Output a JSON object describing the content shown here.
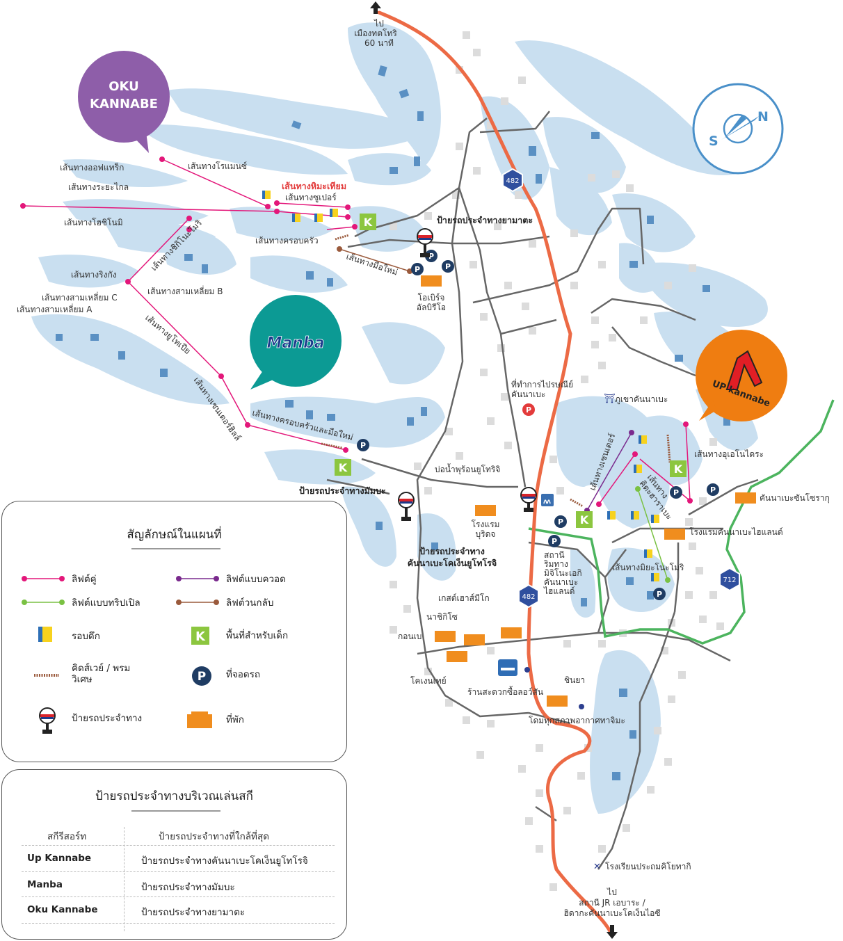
{
  "resorts": {
    "oku_kannabe": "OKU\nKANNABE",
    "manba": "Manba",
    "up_kannabe": "UP kannabe"
  },
  "compass": {
    "s": "S",
    "n": "N"
  },
  "roads": {
    "r482_top": "482",
    "r482_bottom": "482",
    "r712": "712"
  },
  "labels": {
    "to_top": "ไป\nเมืองทตโทริ\n60 นาที",
    "to_bottom": "ไป\nสถานี JR เอบาระ /\nฮิดากะคันนาเบะโคเง็นไอซี",
    "course_offtrack": "เส้นทางออฟแทร็ก",
    "course_romance": "เส้นทางโรแมนซ์",
    "course_rayaklai": "เส้นทางระยะไกล",
    "course_himetiam": "เส้นทางหิมะเทียม",
    "course_super": "เส้นทางซูเปอร์",
    "course_hoshinomi": "เส้นทางโฮชิโนมิ",
    "course_family": "เส้นทางครอบครัว",
    "course_shikinobei": "เส้นทางชิกิโนะโมริ",
    "course_beginner": "เส้นทางมือใหม่",
    "course_ringang": "เส้นทางริงกัง",
    "course_tri_c": "เส้นทางสามเหลี่ยม C",
    "course_tri_a": "เส้นทางสามเหลี่ยม A",
    "course_tri_b": "เส้นทางสามเหลี่ยม B",
    "course_ukuwei": "เส้นทางยูโทเปีย",
    "course_center_hill": "เส้นทางเซนเตอร์ฮิลล์",
    "course_family_beginner": "เส้นทางครอบครัวและมือใหม่",
    "bus_yamadake": "ป้ายรถประจำทางยามาตะ",
    "albireo": "โอเบิร์จ\nอัลบิรีโอ",
    "post_office": "ที่ทำการไปรษณีย์\nคันนาเบะ",
    "kannabe_mt": "ภูเขาคันนาเบะ",
    "course_center": "เส้นทางเซนเตอร์",
    "course_akuhaira": "เส้นทาง\nคิตะฮาราเบะ",
    "course_uenohiro": "เส้นทางอุเอโนไดระ",
    "onsen_yutoriji": "บ่อน้ำพุร้อนยูโทริจิ",
    "bus_manba": "ป้ายรถประจำทางมัมบะ",
    "hotel_burizuku": "โรงแรม\nบุริดจ",
    "bus_kogen": "ป้ายรถประจำทาง\nคันนาเบะโคเง็นยูโทโรจิ",
    "station": "สถานี\nริมทาง\nมิจิโนะเอกิ\nคันนาเบะ\nไฮแลนด์",
    "hotel_highland": "โรงแรมคันนาเบะไฮแลนด์",
    "sanso_rakugo": "คันนาเบะซันโซรากุ",
    "course_miyori": "เส้นทางมิยะโนะโมริ",
    "guesthouse_miko": "เกสต์เฮาส์มีโก",
    "nashikiso": "นาชิกิโซ",
    "konbe": "กอนเบ",
    "kogentei": "โคเงนเทย์",
    "lawson": "ร้านสะดวกซื้อลอว์สัน",
    "shinya": "ชินยา",
    "dome": "โดมทุกสภาพอากาศทาจิมะ",
    "school": "โรงเรียนประถมคิโยทากิ"
  },
  "legend": {
    "title": "สัญลักษณ์ในแผนที่",
    "pair_lift": "ลิฟต์คู่",
    "quad_lift": "ลิฟต์แบบควอด",
    "triple_lift": "ลิฟต์แบบทริปเปิล",
    "return_lift": "ลิฟต์วนกลับ",
    "lodge": "รอบดึก",
    "kids": "พื้นที่สำหรับเด็ก",
    "carpet": "คิดส์เวย์ / พรม\nวิเศษ",
    "parking": "ที่จอดรถ",
    "bus": "ป้ายรถประจำทาง",
    "accommodation": "ที่พัก"
  },
  "busstops": {
    "title": "ป้ายรถประจำทางบริเวณเล่นสกี",
    "col1": "สกีรีสอร์ท",
    "col2": "ป้ายรถประจำทางที่ใกล้ที่สุด",
    "rows": [
      {
        "resort": "Up Kannabe",
        "stop": "ป้ายรถประจำทางคันนาเบะโคเง็นยูโทโรจิ"
      },
      {
        "resort": "Manba",
        "stop": "ป้ายรถประจำทางมัมบะ"
      },
      {
        "resort": "Oku Kannabe",
        "stop": "ป้ายรถประจำทางยามาตะ"
      }
    ]
  },
  "colors": {
    "slope": "#c9dff0",
    "slope_dark": "#5a90c3",
    "national_road": "#ec6a45",
    "pair_lift": "#e3177a",
    "quad_lift": "#7a2a8d",
    "triple_lift": "#7ac143",
    "return_lift": "#9a5a3c",
    "oku_bubble": "#8e5ea9",
    "manba_bubble": "#0c9a94",
    "up_bubble": "#ef7d11",
    "parking": "#1f3c63",
    "kids": "#8cc63f",
    "accommodation": "#f08d1e",
    "green_route": "#4cb45e"
  }
}
